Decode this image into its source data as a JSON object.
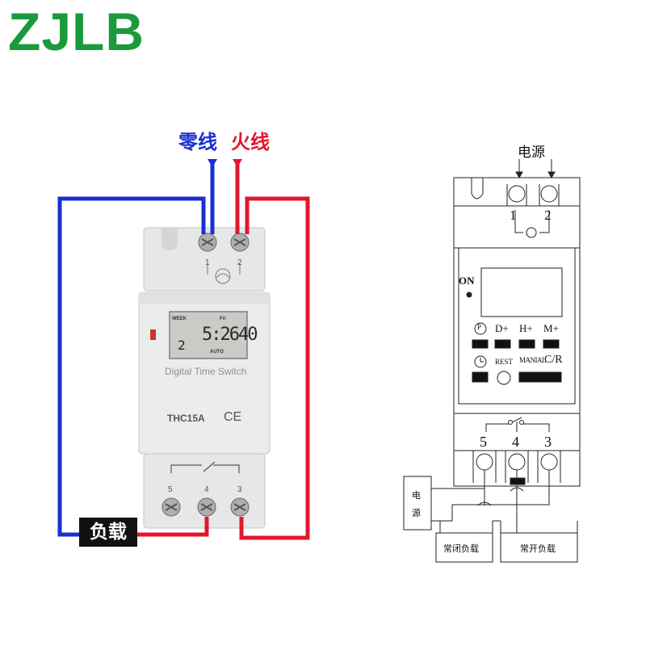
{
  "logo": "ZJLB",
  "labels": {
    "neutral": "零线",
    "live": "火线",
    "load": "负载"
  },
  "device": {
    "lcd_week": "WEEK",
    "lcd_mark": "Fri",
    "lcd_time": "5:2640",
    "lcd_day": "2",
    "lcd_auto": "AUTO",
    "name": "Digital Time Switch",
    "model": "THC15A",
    "cert": "CE",
    "terminals_top": [
      "1",
      "2"
    ],
    "terminals_bottom": [
      "5",
      "4",
      "3"
    ]
  },
  "schematic": {
    "power_top": "电源",
    "on_label": "ON",
    "buttons_row1": [
      "P",
      "D+",
      "H+",
      "M+"
    ],
    "buttons_row2": [
      "REST",
      "MANIAL",
      "C/R"
    ],
    "terminals_top": [
      "1",
      "2"
    ],
    "terminals_bottom": [
      "5",
      "4",
      "3"
    ],
    "power_side": [
      "电",
      "源"
    ],
    "load_nc": "常闭负载",
    "load_no": "常开负载"
  },
  "colors": {
    "logo": "#1b9a3c",
    "neutral_wire": "#1a2fd0",
    "live_wire": "#e0182e",
    "device_body": "#e4e6e6"
  }
}
